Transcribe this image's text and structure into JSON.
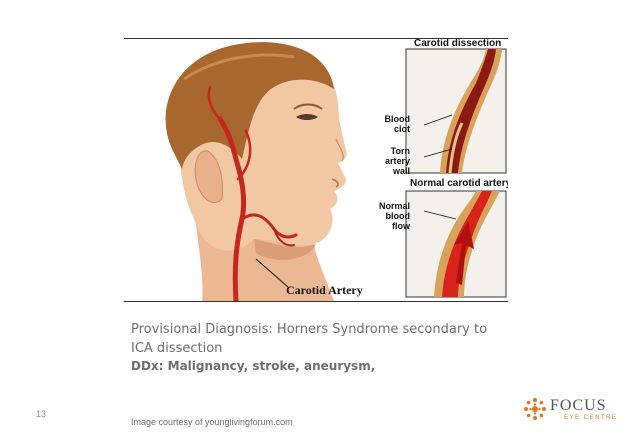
{
  "illustration": {
    "dissection_title": "Carotid dissection",
    "normal_title": "Normal carotid artery",
    "callouts": {
      "blood_clot": "Blood clot",
      "torn_wall": "Torn artery wall",
      "normal_flow": "Normal blood flow"
    },
    "artery_label": "Carotid Artery"
  },
  "content": {
    "diagnosis": "Provisional Diagnosis: Horners Syndrome secondary to ICA dissection",
    "ddx": "DDx: Malignancy, stroke, aneurysm,"
  },
  "footer": {
    "slide_number": "13",
    "credit": "Image courtesy of younglivingforum.com",
    "logo_word": "FOCUS",
    "logo_sub": "EYE CENTRE"
  },
  "colors": {
    "text_gray": "#6e6e6e",
    "brand_orange": "#e2761a",
    "artery_red": "#c4281c",
    "skin": "#f2c7a3",
    "hair": "#a8672f"
  }
}
